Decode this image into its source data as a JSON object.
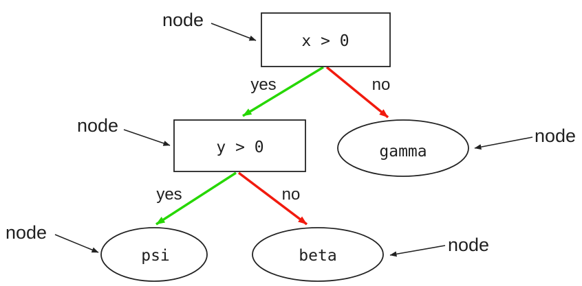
{
  "diagram": {
    "type": "decision-tree",
    "background": "#ffffff",
    "colors": {
      "stroke": "#222222",
      "text": "#1f1f1f",
      "yes_edge": "#26d701",
      "no_edge": "#f11a0e"
    },
    "nodes": {
      "root": {
        "label": "x > 0",
        "shape": "rect"
      },
      "decision_y": {
        "label": "y > 0",
        "shape": "rect"
      },
      "gamma": {
        "label": "gamma",
        "shape": "ellipse"
      },
      "psi": {
        "label": "psi",
        "shape": "ellipse"
      },
      "beta": {
        "label": "beta",
        "shape": "ellipse"
      }
    },
    "edges": [
      {
        "from": "x > 0",
        "to": "y > 0",
        "label": "yes",
        "color": "#26d701"
      },
      {
        "from": "x > 0",
        "to": "gamma",
        "label": "no",
        "color": "#f11a0e"
      },
      {
        "from": "y > 0",
        "to": "psi",
        "label": "yes",
        "color": "#26d701"
      },
      {
        "from": "y > 0",
        "to": "beta",
        "label": "no",
        "color": "#f11a0e"
      }
    ],
    "annotations": [
      "node",
      "node",
      "node",
      "node",
      "node"
    ]
  }
}
